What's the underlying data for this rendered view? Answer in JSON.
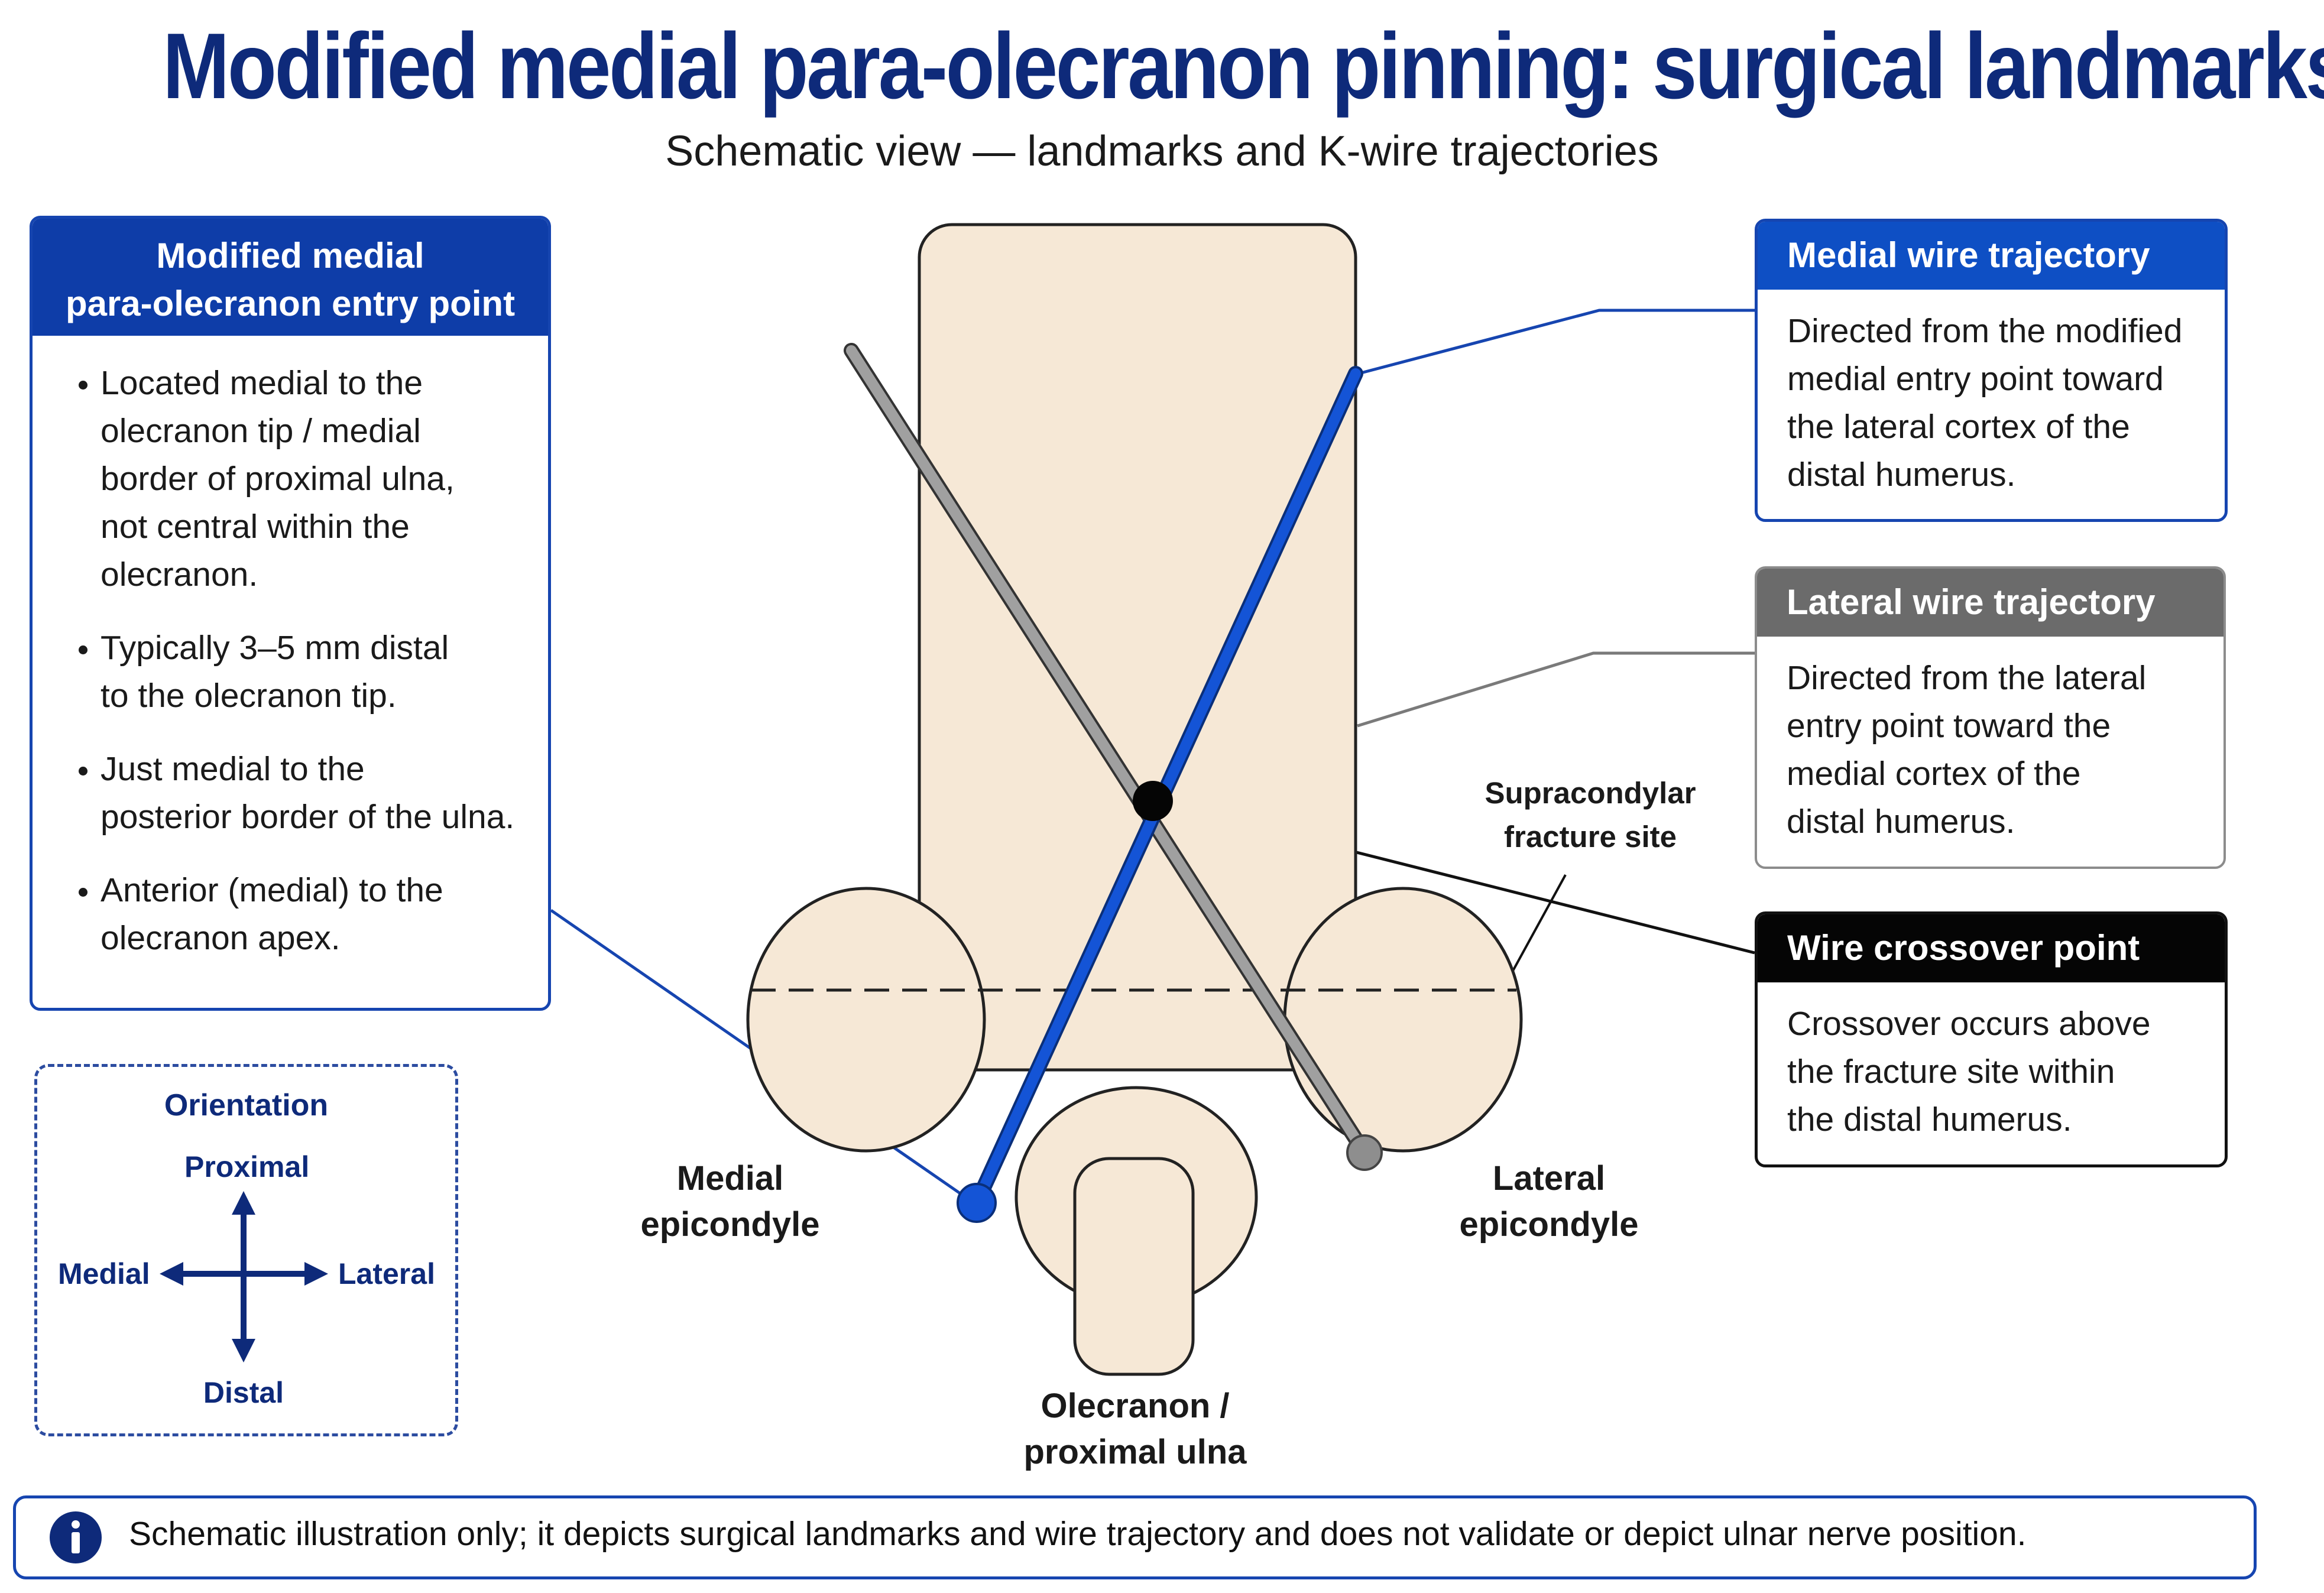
{
  "title": "Modified medial para-olecranon pinning: surgical landmarks",
  "subtitle": "Schematic view — landmarks and K-wire trajectories",
  "entry_box": {
    "heading_line1": "Modified medial",
    "heading_line2": "para-olecranon entry point",
    "bullets": [
      [
        "Located medial to the",
        "olecranon tip / medial",
        "border of proximal ulna,",
        "not central within the",
        "olecranon."
      ],
      [
        "Typically 3–5 mm distal",
        "to the olecranon tip."
      ],
      [
        "Just medial to the",
        "posterior border of the ulna."
      ],
      [
        "Anterior (medial) to the",
        "olecranon apex."
      ]
    ]
  },
  "medial_box": {
    "heading": "Medial wire trajectory",
    "lines": [
      "Directed from the modified",
      "medial entry point toward",
      "the lateral cortex of the",
      "distal humerus."
    ]
  },
  "lateral_box": {
    "heading": "Lateral wire trajectory",
    "lines": [
      "Directed from the lateral",
      "entry point toward the",
      "medial cortex of the",
      "distal humerus."
    ]
  },
  "crossover_box": {
    "heading": "Wire crossover point",
    "lines": [
      "Crossover occurs above",
      "the fracture site within",
      "the distal humerus."
    ]
  },
  "orientation": {
    "title": "Orientation",
    "proximal": "Proximal",
    "distal": "Distal",
    "medial": "Medial",
    "lateral": "Lateral"
  },
  "figure_labels": {
    "fracture_site_line1": "Supracondylar",
    "fracture_site_line2": "fracture site",
    "medial_epicondyle_line1": "Medial",
    "medial_epicondyle_line2": "epicondyle",
    "lateral_epicondyle_line1": "Lateral",
    "lateral_epicondyle_line2": "epicondyle",
    "olecranon_line1": "Olecranon /",
    "olecranon_line2": "proximal ulna"
  },
  "note": {
    "icon": "info-icon",
    "text": "Schematic illustration only; it depicts surgical landmarks and wire trajectory and does not validate or depict ulnar nerve position."
  },
  "colors": {
    "navy": "#0e2a7a",
    "medial_blue": "#1454d6",
    "lateral_gray": "#8e8e8e",
    "bone_fill": "#f6e8d6",
    "crossover": "#050505"
  }
}
